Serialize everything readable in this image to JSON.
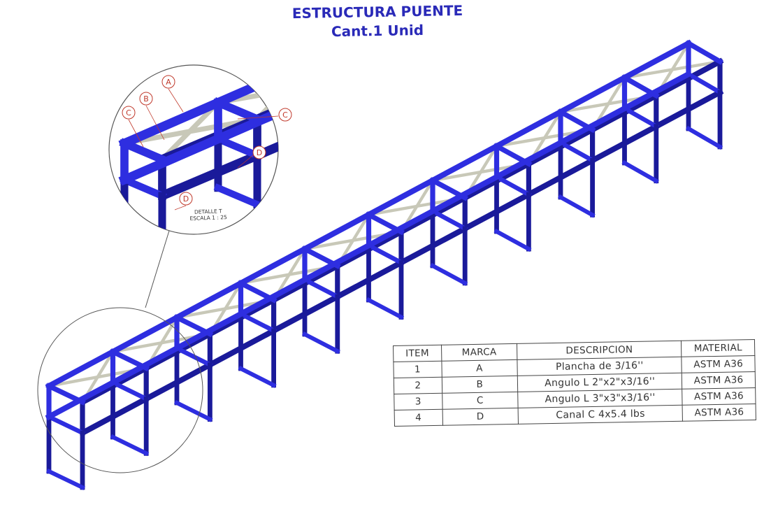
{
  "title": {
    "line1": "ESTRUCTURA PUENTE",
    "line2": "Cant.1 Unid"
  },
  "detail": {
    "label_line1": "DETALLE T",
    "label_line2": "ESCALA 1 : 25",
    "callouts": [
      "A",
      "B",
      "C",
      "C",
      "D",
      "D"
    ]
  },
  "bom": {
    "headers": [
      "ITEM",
      "MARCA",
      "DESCRIPCION",
      "MATERIAL"
    ],
    "rows": [
      {
        "item": "1",
        "marca": "A",
        "descripcion": "Plancha de 3/16''",
        "material": "ASTM A36"
      },
      {
        "item": "2",
        "marca": "B",
        "descripcion": "Angulo L 2\"x2\"x3/16''",
        "material": "ASTM A36"
      },
      {
        "item": "3",
        "marca": "C",
        "descripcion": "Angulo L 3\"x3\"x3/16''",
        "material": "ASTM A36"
      },
      {
        "item": "4",
        "marca": "D",
        "descripcion": "Canal C 4x5.4 lbs",
        "material": "ASTM A36"
      }
    ]
  },
  "colors": {
    "steel_blue": "#2e2ee0",
    "steel_dark": "#1a1a9a",
    "bracing": "#c8c8b8",
    "callout": "#c0392b",
    "title": "#2a2ab8"
  }
}
